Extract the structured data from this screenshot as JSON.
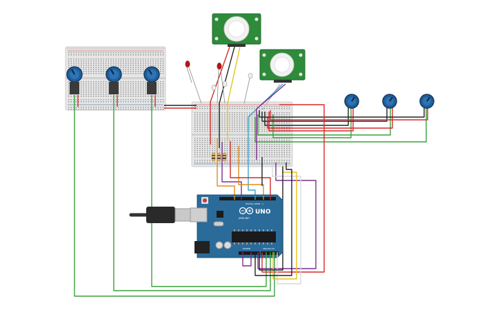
{
  "canvas": {
    "background": "#ffffff"
  },
  "arduino": {
    "logo_text": "UNO",
    "brand_text": "ARDUINO",
    "header_digital": "DIGITAL (PWM ~)",
    "header_power": "POWER",
    "header_analog": "ANALOG IN",
    "board_color": "#2a6b9a",
    "dark_color": "#1f4f72"
  },
  "components": {
    "pir_sensor_color": "#2e8b3a",
    "pot_knob_color": "#1f5e9a",
    "breadboard_color": "#e6e6e6",
    "resistor_color": "#d9b36a"
  },
  "wire_colors": {
    "red": "#d62828",
    "black": "#222222",
    "green": "#38a13a",
    "yellow": "#e8c21a",
    "orange": "#e08a1e",
    "purple": "#7b2d8e",
    "white": "#bbbbbb",
    "cyan": "#3aa6c9",
    "brown": "#8a5a2b"
  }
}
